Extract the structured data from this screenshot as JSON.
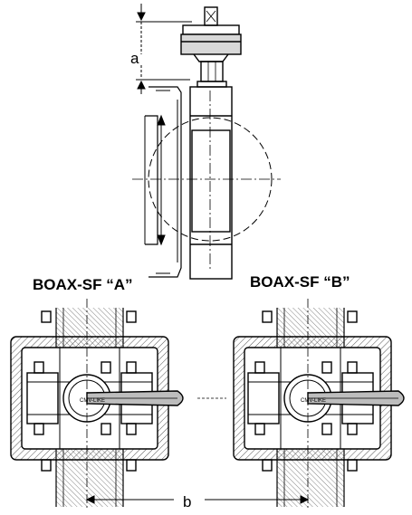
{
  "labels": {
    "dimension_a": "a",
    "dimension_b": "b",
    "caption_a": "BOAX-SF “A”",
    "caption_b": "BOAX-SF “B”",
    "plate_text_a": "CMV-LIKE",
    "plate_text_b": "CMV-LIKE"
  },
  "colors": {
    "line": "#000000",
    "hatch": "#555555",
    "background": "#ffffff"
  }
}
